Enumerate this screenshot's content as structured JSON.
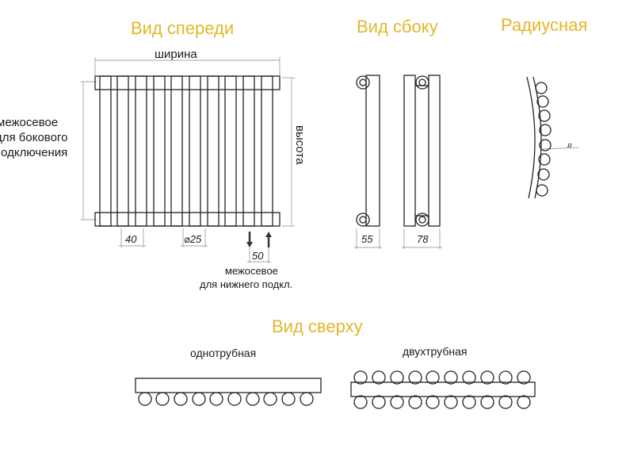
{
  "headings": {
    "front_view": "Вид спереди",
    "side_view": "Вид сбоку",
    "radial": "Радиусная",
    "top_view": "Вид сверху"
  },
  "front": {
    "width_label": "ширина",
    "height_label": "высота",
    "side_center_line1": "межосевое",
    "side_center_line2": "для бокового",
    "side_center_line3": "подключения",
    "dim_40": "40",
    "dim_d25": "⌀25",
    "dim_50": "50",
    "bottom_center_line1": "межосевое",
    "bottom_center_line2": "для нижнего подкл."
  },
  "side": {
    "dim_55": "55",
    "dim_78": "78"
  },
  "radial": {
    "r_label": "R"
  },
  "top": {
    "single_label": "однотрубная",
    "double_label": "двухтрубная"
  },
  "colors": {
    "heading": "#e2b72a",
    "line": "#222222"
  }
}
